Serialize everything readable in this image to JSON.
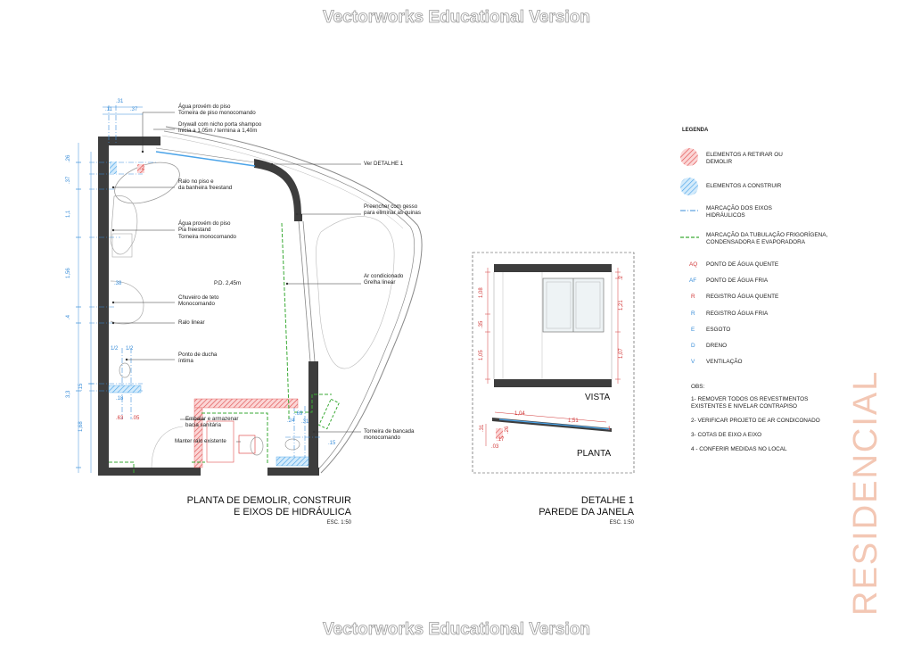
{
  "watermark": "Vectorworks Educational Version",
  "side_label": "RESIDENCIAL",
  "plan": {
    "title_line1": "PLANTA DE DEMOLIR, CONSTRUIR",
    "title_line2": "E EIXOS DE HIDRÁULICA",
    "scale": "ESC. 1:50",
    "pd_label": "P.D. 2,45m",
    "annotations": {
      "agua_piso_1": "Água provém do piso",
      "agua_piso_2": "Torneira de piso monocomando",
      "drywall_1": "Drywall com nicho porta shampoo",
      "drywall_2": "Inicia a 1,05m / termina a 1,40m",
      "ver_detalhe": "Ver DETALHE 1",
      "ralo_banheira_1": "Ralo no piso e",
      "ralo_banheira_2": "da banheira freestand",
      "preencher_1": "Preencher com gesso",
      "preencher_2": "para eliminar as quinas",
      "pia_1": "Água provém do piso",
      "pia_2": "Pia freestand",
      "pia_3": "Torneira monocomando",
      "ar_1": "Ar condicionado",
      "ar_2": "Grelha linear",
      "chuveiro_1": "Chuveiro de teto",
      "chuveiro_2": "Monocomando",
      "ralo_linear": "Ralo linear",
      "ducha_1": "Ponto de ducha",
      "ducha_2": "íntima",
      "embalar_1": "Embalar e armazenar",
      "embalar_2": "bacia sanitária",
      "manter_ralo": "Manter ralo existente",
      "torneira_1": "Torneira de bancada",
      "torneira_2": "monocomando"
    },
    "dims_top": [
      ".31",
      ".11",
      ".37"
    ],
    "dims_left": [
      ".26",
      ".37",
      "1,1",
      "1,56",
      ".4",
      "3,3",
      "1,68",
      ".15"
    ],
    "dims_inner": [
      ".38",
      "1/2",
      "1/2",
      ".18",
      ".63",
      ".05",
      ".2",
      ".24",
      ".31",
      ".69",
      ".15"
    ]
  },
  "detail": {
    "title_line1": "DETALHE 1",
    "title_line2": "PAREDE DA JANELA",
    "scale": "ESC. 1:50",
    "vista_label": "VISTA",
    "planta_label": "PLANTA",
    "dims_left": [
      "1,08",
      ".35",
      "1,05"
    ],
    "dims_right": [
      ".2",
      "1,21",
      "1,07"
    ],
    "dims_planta": [
      "1,04",
      "1,51",
      ".1",
      ".31",
      ".17",
      ".26",
      ".03"
    ]
  },
  "legend": {
    "title": "LEGENDA",
    "items": [
      {
        "swatch": "red-hatch",
        "label_line1": "ELEMENTOS A RETIRAR OU",
        "label_line2": "DEMOLIR"
      },
      {
        "swatch": "blue-hatch",
        "label_line1": "ELEMENTOS A CONSTRUIR",
        "label_line2": ""
      },
      {
        "swatch": "blue-dashdot",
        "label_line1": "MARCAÇÃO DOS EIXOS",
        "label_line2": "HIDRÁULICOS"
      },
      {
        "swatch": "green-dash",
        "label_line1": "MARCAÇÃO DA TUBULAÇÃO FRIGORÍGENA,",
        "label_line2": "CONDENSADORA E EVAPORADORA"
      }
    ],
    "codes": [
      {
        "code": "AQ",
        "label": "PONTO DE ÁGUA QUENTE",
        "color": "#d23a3a"
      },
      {
        "code": "AF",
        "label": "PONTO DE ÁGUA FRIA",
        "color": "#3a8ed9"
      },
      {
        "code": "R",
        "label": "REGISTRO ÁGUA QUENTE",
        "color": "#d23a3a"
      },
      {
        "code": "R",
        "label": "REGISTRO ÁGUA FRIA",
        "color": "#3a8ed9"
      },
      {
        "code": "E",
        "label": "ESGOTO",
        "color": "#3a8ed9"
      },
      {
        "code": "D",
        "label": "DRENO",
        "color": "#3a8ed9"
      },
      {
        "code": "V",
        "label": "VENTILAÇÃO",
        "color": "#3a8ed9"
      }
    ],
    "obs_title": "OBS:",
    "obs": [
      {
        "line1": "1- REMOVER TODOS OS REVESTIMENTOS",
        "line2": "EXISTENTES E NIVELAR CONTRAPISO"
      },
      {
        "line1": "2- VERIFICAR PROJETO DE AR CONDICONADO",
        "line2": ""
      },
      {
        "line1": "3- COTAS DE EIXO A EIXO",
        "line2": ""
      },
      {
        "line1": "4 - CONFERIR MEDIDAS NO LOCAL",
        "line2": ""
      }
    ]
  },
  "colors": {
    "demolish": "#e05050",
    "construct": "#4aa3e8",
    "wall": "#3a3a3a",
    "axis_blue": "#3a8ed9",
    "green": "#3aaa35",
    "side_label": "#f3c7b4"
  }
}
